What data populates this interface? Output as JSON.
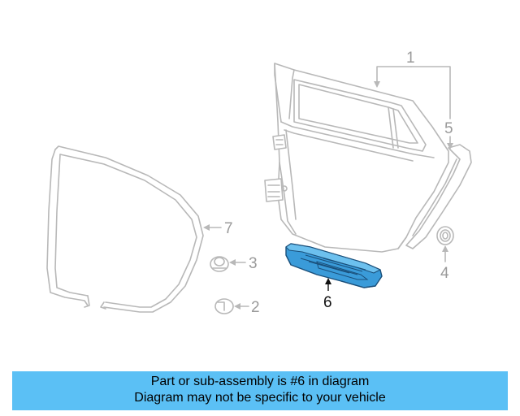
{
  "colors": {
    "highlight_part": "#3a9bd9",
    "banner_background": "#5bc0f5",
    "ghost_lines": "#b8b8b8"
  },
  "callouts": {
    "label_1": "1",
    "label_2": "2",
    "label_3": "3",
    "label_4": "4",
    "label_5": "5",
    "label_6": "6",
    "label_7": "7"
  },
  "highlighted_callout": "6",
  "banner": {
    "line1": "Part or sub-assembly is #6 in diagram",
    "line2": "Diagram may not be specific to your vehicle"
  }
}
